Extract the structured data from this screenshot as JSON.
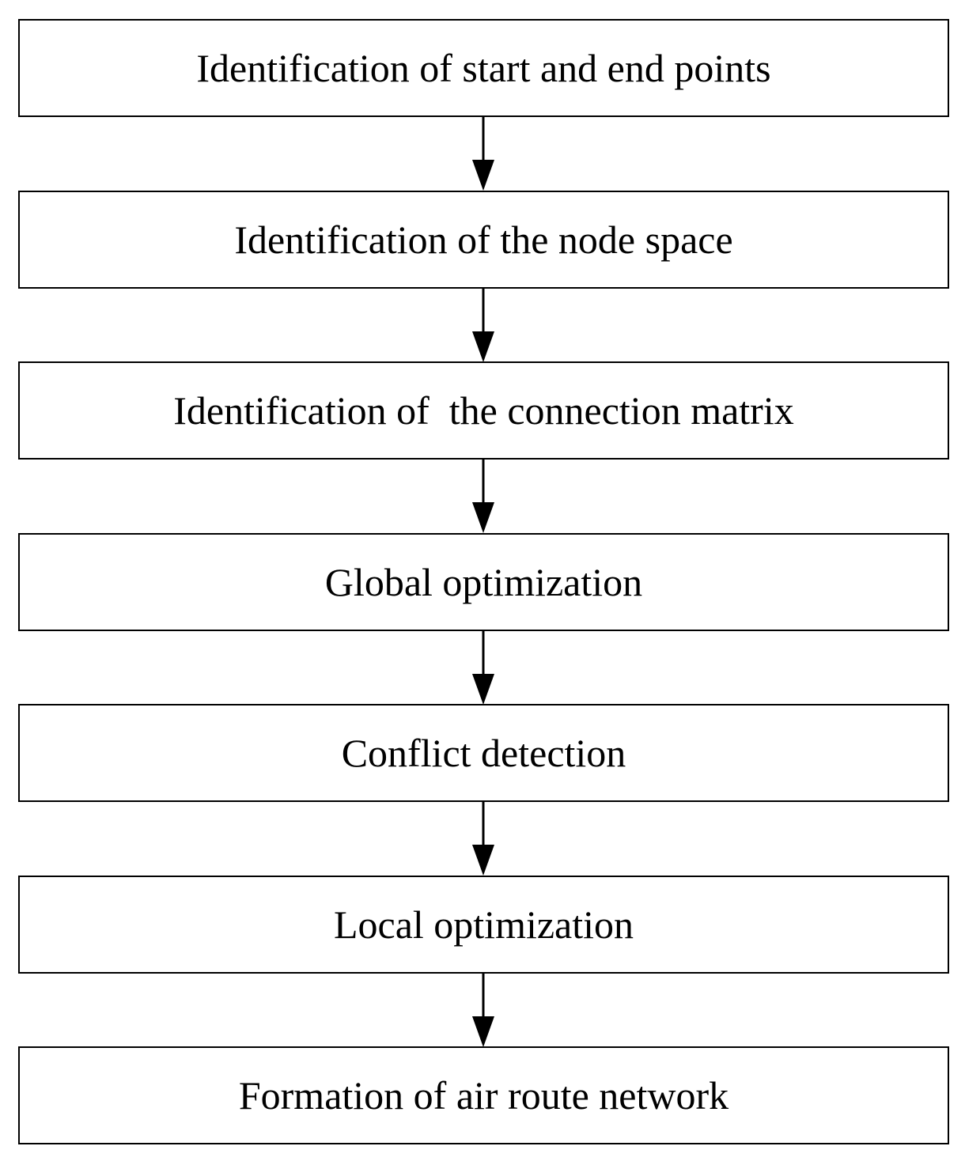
{
  "flowchart": {
    "steps": [
      "Identification of start and end points",
      "Identification of the node space",
      "Identification of  the connection matrix",
      "Global optimization",
      "Conflict detection",
      "Local optimization",
      "Formation of air route network"
    ]
  }
}
